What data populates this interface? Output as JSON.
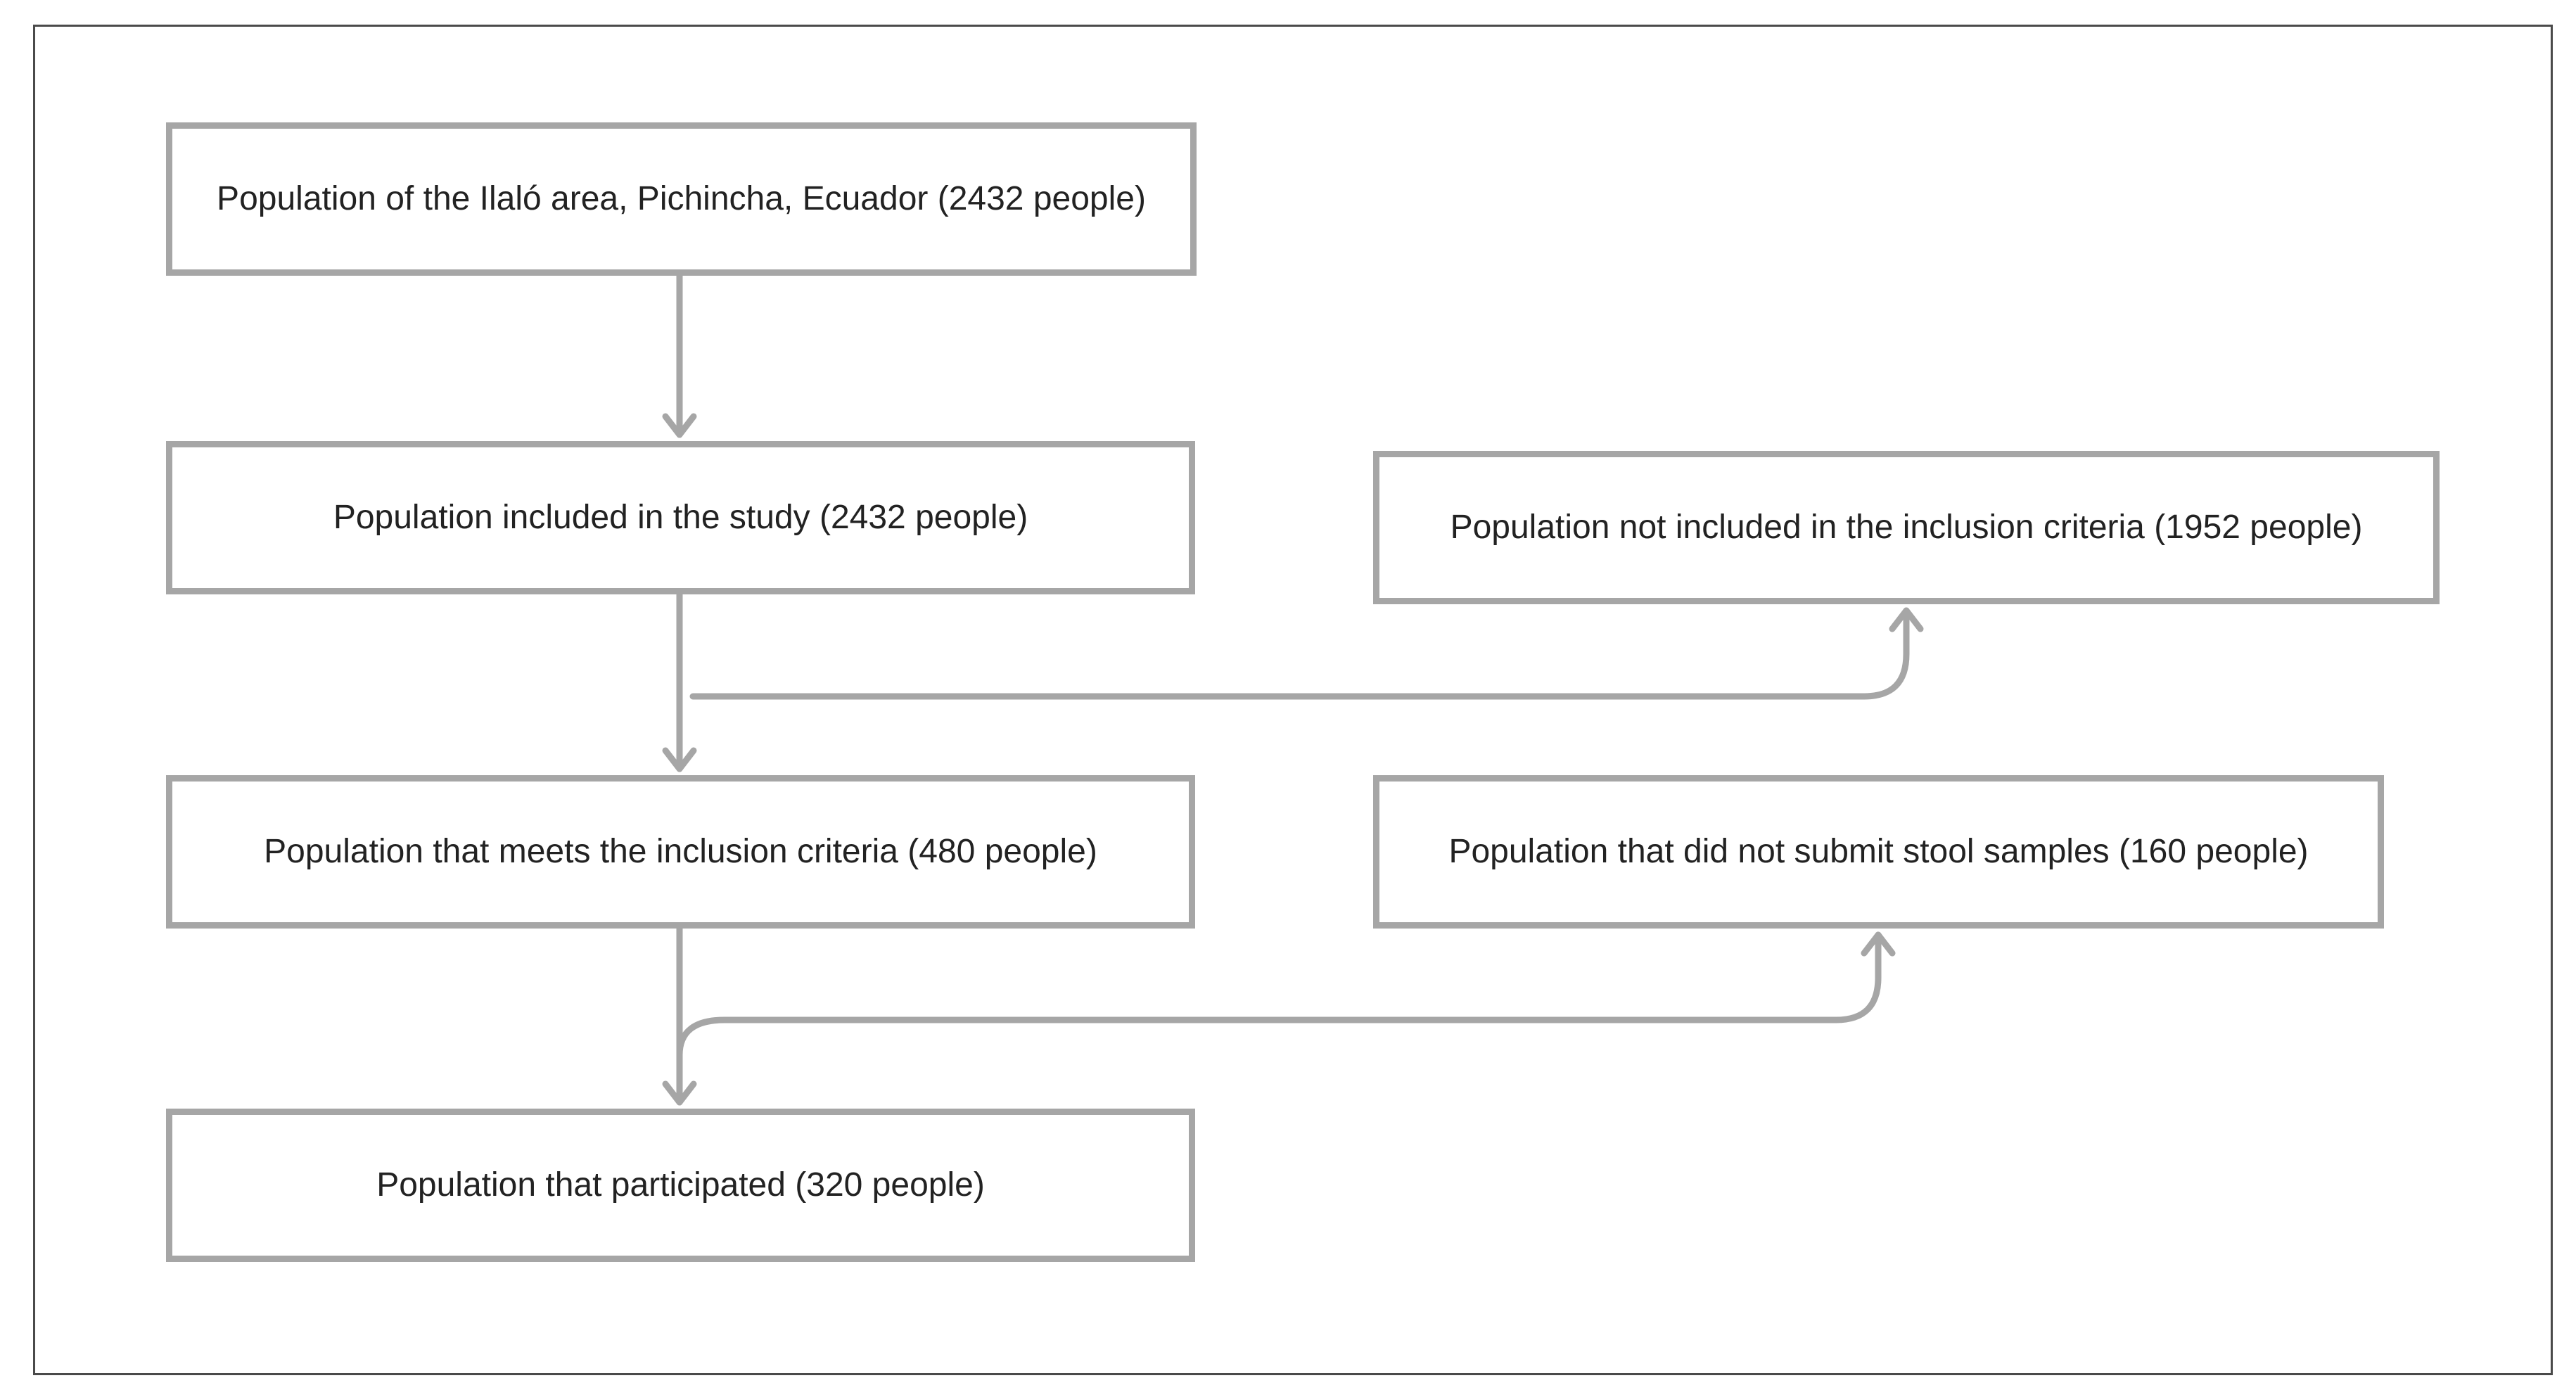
{
  "diagram": {
    "boxes": {
      "top": "Population of the Ilaló area, Pichincha, Ecuador (2432 people)",
      "included": "Population included in the study (2432 people)",
      "meets": "Population that meets the inclusion criteria (480 people)",
      "participated": "Population that participated (320 people)",
      "not_included": "Population not included in the inclusion criteria (1952 people)",
      "no_stool": "Population that did not submit stool samples (160 people)"
    },
    "colors": {
      "box_border": "#a6a6a6",
      "arrow": "#a6a6a6",
      "frame": "#4a4a4a",
      "text": "#222222"
    }
  }
}
